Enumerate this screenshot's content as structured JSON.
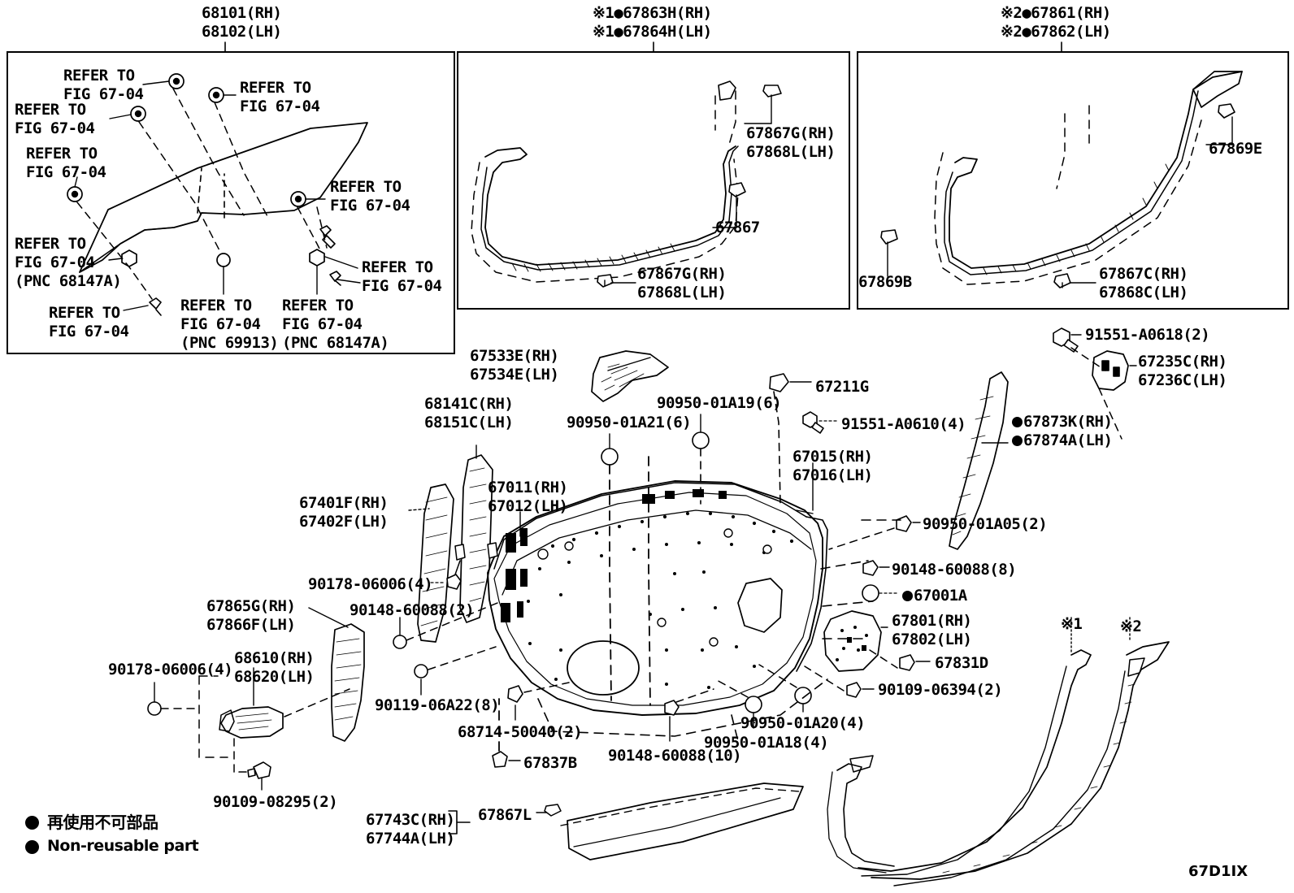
{
  "diagram": {
    "code": "67D1IX",
    "reusable_marker_glyph": "●"
  },
  "panels": [
    {
      "id": "panel-glass",
      "title_lines": [
        "68101(RH)",
        "68102(LH)"
      ],
      "callouts": [
        {
          "text": "REFER TO\nFIG 67-04"
        },
        {
          "text": "REFER TO\nFIG 67-04"
        },
        {
          "text": "REFER TO\nFIG 67-04"
        },
        {
          "text": "REFER TO\nFIG 67-04"
        },
        {
          "text": "REFER TO\nFIG 67-04"
        },
        {
          "text": "REFER TO\nFIG 67-04\n(PNC 68147A)"
        },
        {
          "text": "REFER TO\nFIG 67-04"
        },
        {
          "text": "REFER TO\nFIG 67-04\n(PNC 69913)"
        },
        {
          "text": "REFER TO\nFIG 67-04\n(PNC 68147A)"
        },
        {
          "text": "REFER TO\nFIG 67-04"
        }
      ]
    },
    {
      "id": "panel-weatherstrip-1",
      "title_lines": [
        "※1●67863H(RH)",
        "※1●67864H(LH)"
      ],
      "callouts": [
        {
          "text": "67867G(RH)\n67868L(LH)"
        },
        {
          "text": "67867"
        },
        {
          "text": "67867G(RH)\n67868L(LH)"
        }
      ]
    },
    {
      "id": "panel-weatherstrip-2",
      "title_lines": [
        "※2●67861(RH)",
        "※2●67862(LH)"
      ],
      "callouts": [
        {
          "text": "67869E"
        },
        {
          "text": "67869B"
        },
        {
          "text": "67867C(RH)\n67868C(LH)"
        }
      ]
    }
  ],
  "labels": {
    "glass_title_rh": "68101(RH)",
    "glass_title_lh": "68102(LH)",
    "ws1_title_rh": "※1●67863H(RH)",
    "ws1_title_lh": "※1●67864H(LH)",
    "ws2_title_rh": "※2●67861(RH)",
    "ws2_title_lh": "※2●67862(LH)",
    "refer_1": "REFER TO\nFIG 67-04",
    "refer_2": "REFER TO\nFIG 67-04",
    "refer_3": "REFER TO\nFIG 67-04",
    "refer_4": "REFER TO\nFIG 67-04",
    "refer_5": "REFER TO\nFIG 67-04",
    "refer_6": "REFER TO\nFIG 67-04\n(PNC 68147A)",
    "refer_7": "REFER TO\nFIG 67-04",
    "refer_8": "REFER TO\nFIG 67-04\n(PNC 69913)",
    "refer_9": "REFER TO\nFIG 67-04\n(PNC 68147A)",
    "refer_10": "REFER TO\nFIG 67-04",
    "p_67867G_top": "67867G(RH)\n67868L(LH)",
    "p_67867": "67867",
    "p_67867G_bot": "67867G(RH)\n67868L(LH)",
    "p_67869E": "67869E",
    "p_67869B": "67869B",
    "p_67867C": "67867C(RH)\n67868C(LH)",
    "p_67533E": "67533E(RH)\n67534E(LH)",
    "p_68141C": "68141C(RH)\n68151C(LH)",
    "p_67401F": "67401F(RH)\n67402F(LH)",
    "p_67011": "67011(RH)\n67012(LH)",
    "p_90950_01A21": "90950-01A21(6)",
    "p_90950_01A19": "90950-01A19(6)",
    "p_67211G": "67211G",
    "p_91551_A0610": "91551-A0610(4)",
    "p_67015": "67015(RH)\n67016(LH)",
    "p_91551_A0618": "91551-A0618(2)",
    "p_67235C": "67235C(RH)\n67236C(LH)",
    "p_67873K": "67873K(RH)",
    "p_67874A": "67874A(LH)",
    "p_90950_01A05": "90950-01A05(2)",
    "p_90148_60088_8": "90148-60088(8)",
    "p_67001A": "67001A",
    "p_67801": "67801(RH)\n67802(LH)",
    "p_67831D": "67831D",
    "p_90109_06394": "90109-06394(2)",
    "p_90178_06006_a": "90178-06006(4)",
    "p_90148_60088_2": "90148-60088(2)",
    "p_67865G": "67865G(RH)\n67866F(LH)",
    "p_90178_06006_b": "90178-06006(4)",
    "p_68610": "68610(RH)\n68620(LH)",
    "p_90119_06A22": "90119-06A22(8)",
    "p_68714_50040": "68714-50040(2)",
    "p_67837B": "67837B",
    "p_90109_08295": "90109-08295(2)",
    "p_90148_60088_10": "90148-60088(10)",
    "p_90950_01A18": "90950-01A18(4)",
    "p_90950_01A20": "90950-01A20(4)",
    "p_67743C": "67743C(RH)\n67744A(LH)",
    "p_67867L": "67867L",
    "mark_1": "※1",
    "mark_2": "※2"
  },
  "legend": {
    "jp": "再使用不可部品",
    "en": "Non-reusable part"
  }
}
